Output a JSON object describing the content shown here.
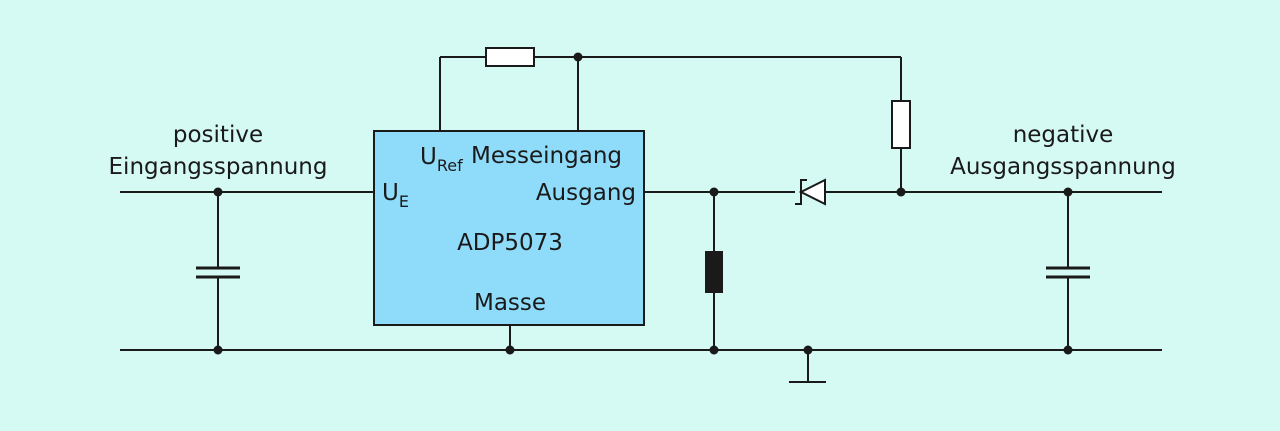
{
  "input_label": {
    "line1": "positive",
    "line2": "Eingangsspannung"
  },
  "output_label": {
    "line1": "negative",
    "line2": "Ausgangsspannung"
  },
  "ic": {
    "name": "ADP5073",
    "fill": "#8fdcfa",
    "pin_ue": "U",
    "pin_ue_sub": "E",
    "pin_uref": "U",
    "pin_uref_sub": "Ref",
    "pin_sense": "Messeingang",
    "pin_out": "Ausgang",
    "pin_gnd": "Masse"
  }
}
